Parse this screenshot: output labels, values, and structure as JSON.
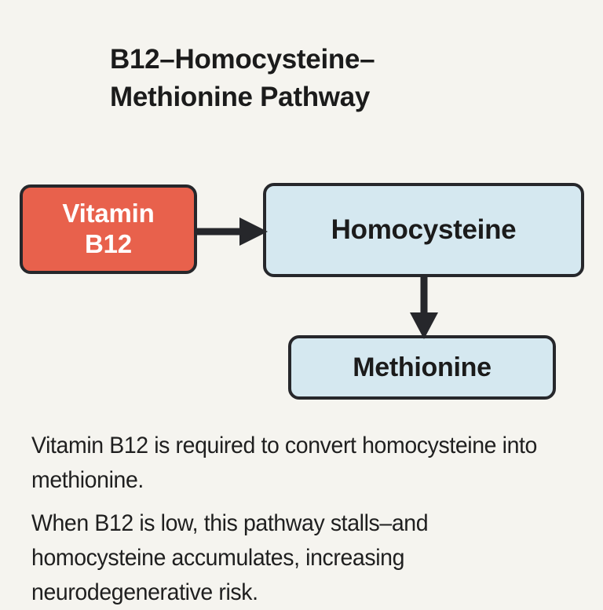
{
  "page": {
    "background_color": "#f5f4ef",
    "text_color": "#1b1b1b"
  },
  "title": "B12–Homocysteine–\nMethionine Pathway",
  "diagram": {
    "nodes": [
      {
        "id": "vitamin-b12",
        "label": "Vitamin\nB12",
        "fill": "#e8614c",
        "text_color": "#ffffff",
        "border_color": "#26272b"
      },
      {
        "id": "homocysteine",
        "label": "Homocysteine",
        "fill": "#d5e8f0",
        "text_color": "#1b1b1b",
        "border_color": "#26272b"
      },
      {
        "id": "methionine",
        "label": "Methionine",
        "fill": "#d5e8f0",
        "text_color": "#1b1b1b",
        "border_color": "#26272b"
      }
    ],
    "edges": [
      {
        "id": "b12-to-homocysteine",
        "from": "vitamin-b12",
        "to": "homocysteine",
        "direction": "right",
        "color": "#26272b"
      },
      {
        "id": "homocysteine-to-methionine",
        "from": "homocysteine",
        "to": "methionine",
        "direction": "down",
        "color": "#26272b"
      }
    ]
  },
  "body": {
    "paragraphs": [
      "Vitamin B12 is required to convert homocysteine into methionine.",
      "When B12 is low, this pathway stalls–and homocysteine accumulates, increasing neurodegenerative risk."
    ]
  }
}
